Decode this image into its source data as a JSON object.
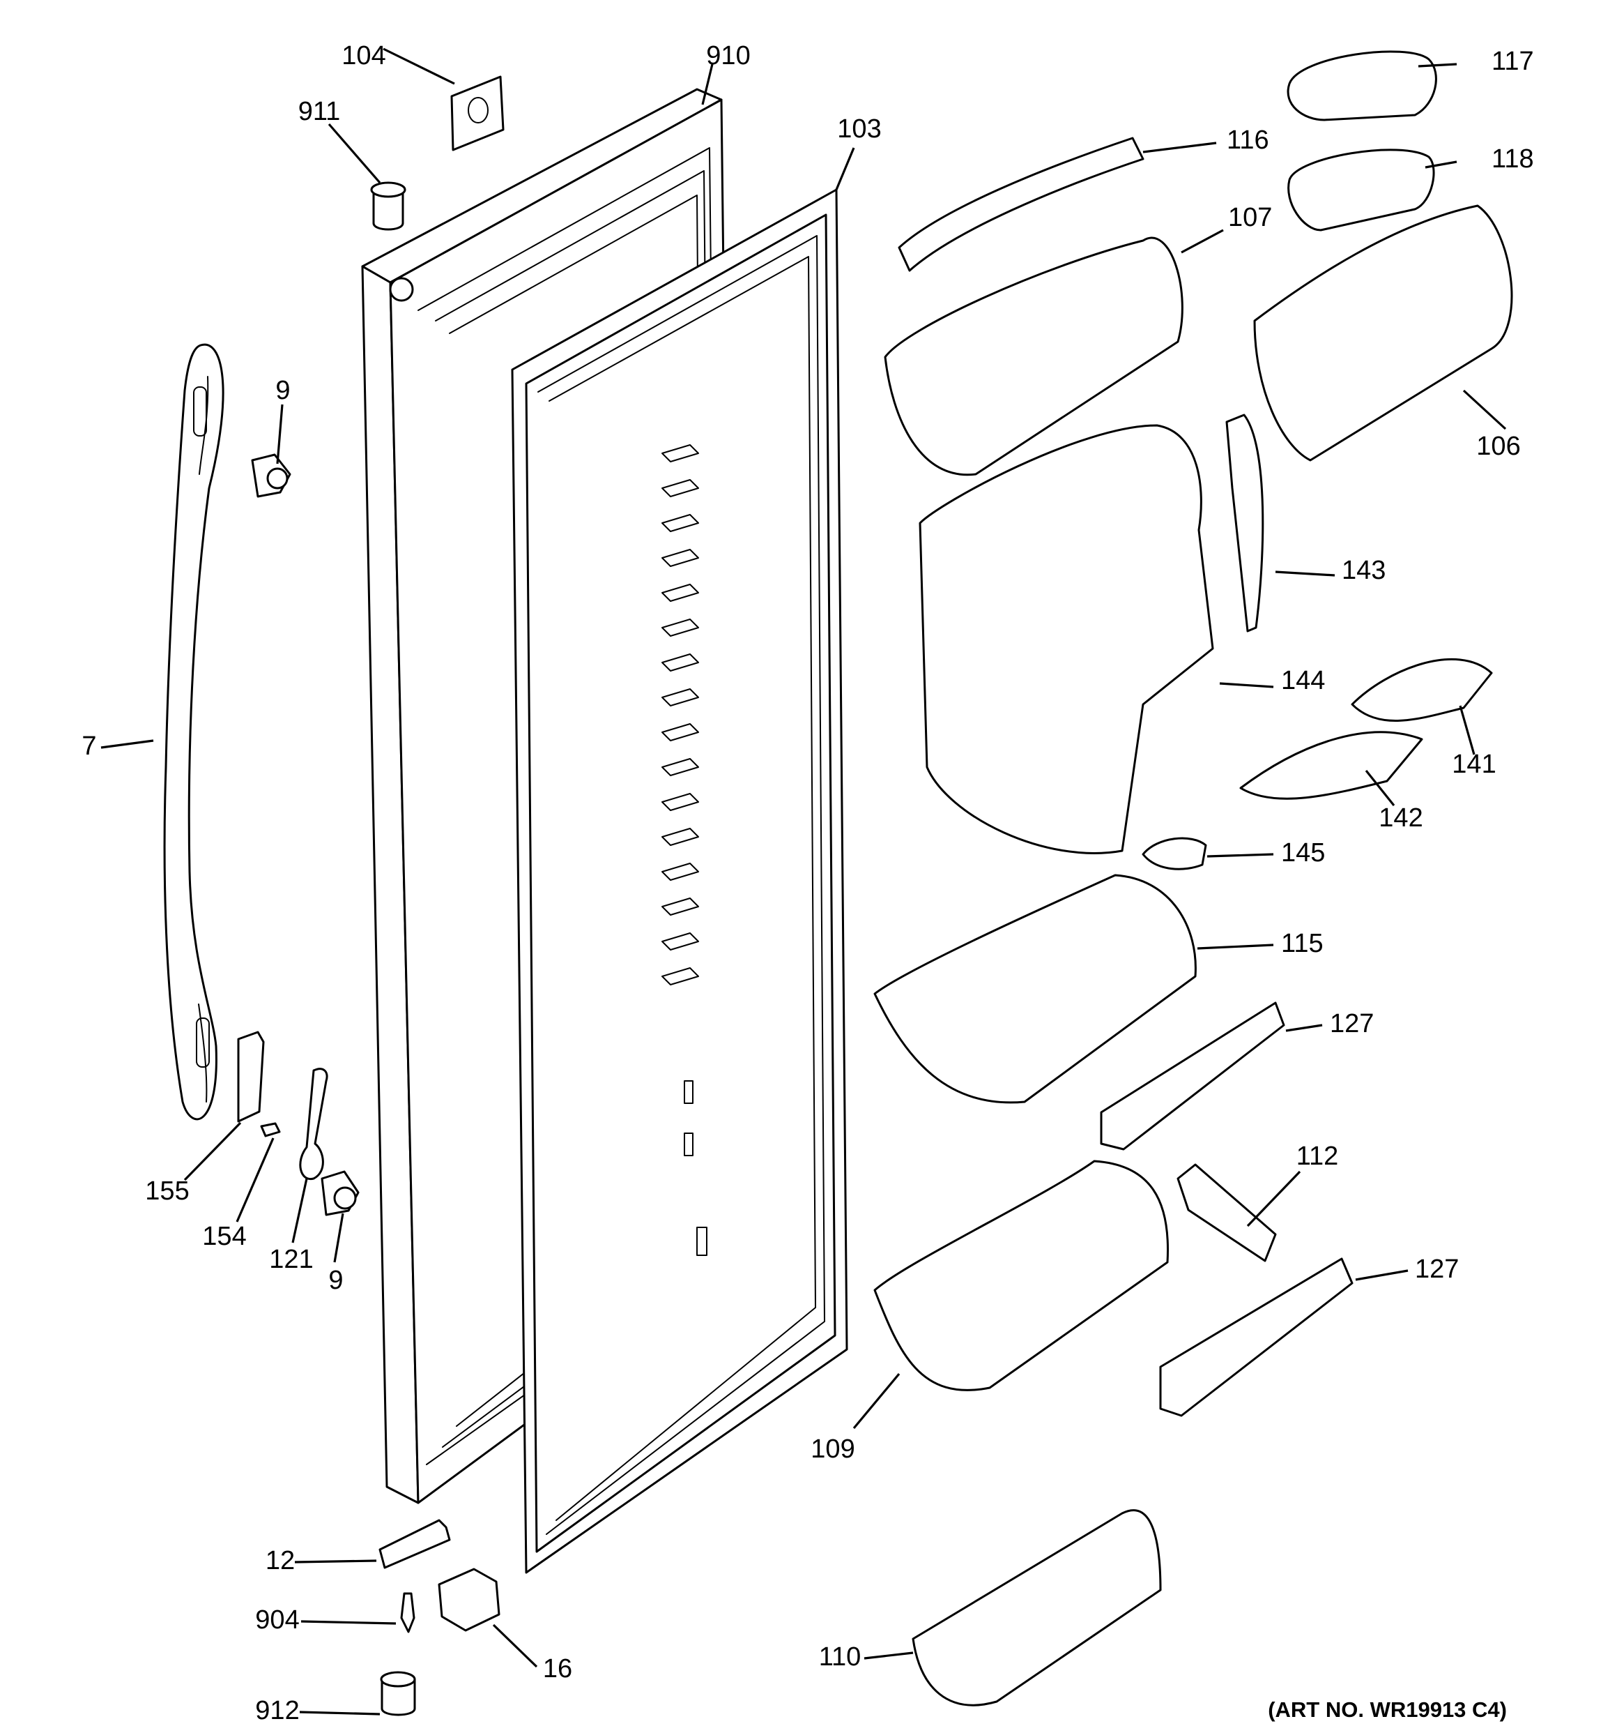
{
  "callouts": {
    "c104": "104",
    "c910": "910",
    "c103": "103",
    "c911": "911",
    "c117": "117",
    "c116": "116",
    "c118": "118",
    "c107": "107",
    "c9a": "9",
    "c106": "106",
    "c143": "143",
    "c144": "144",
    "c7": "7",
    "c141": "141",
    "c142": "142",
    "c145": "145",
    "c115": "115",
    "c127a": "127",
    "c112": "112",
    "c155": "155",
    "c154": "154",
    "c121": "121",
    "c9b": "9",
    "c127b": "127",
    "c109": "109",
    "c12": "12",
    "c904": "904",
    "c16": "16",
    "c110": "110",
    "c912": "912"
  },
  "art_number": "(ART NO. WR19913 C4)"
}
